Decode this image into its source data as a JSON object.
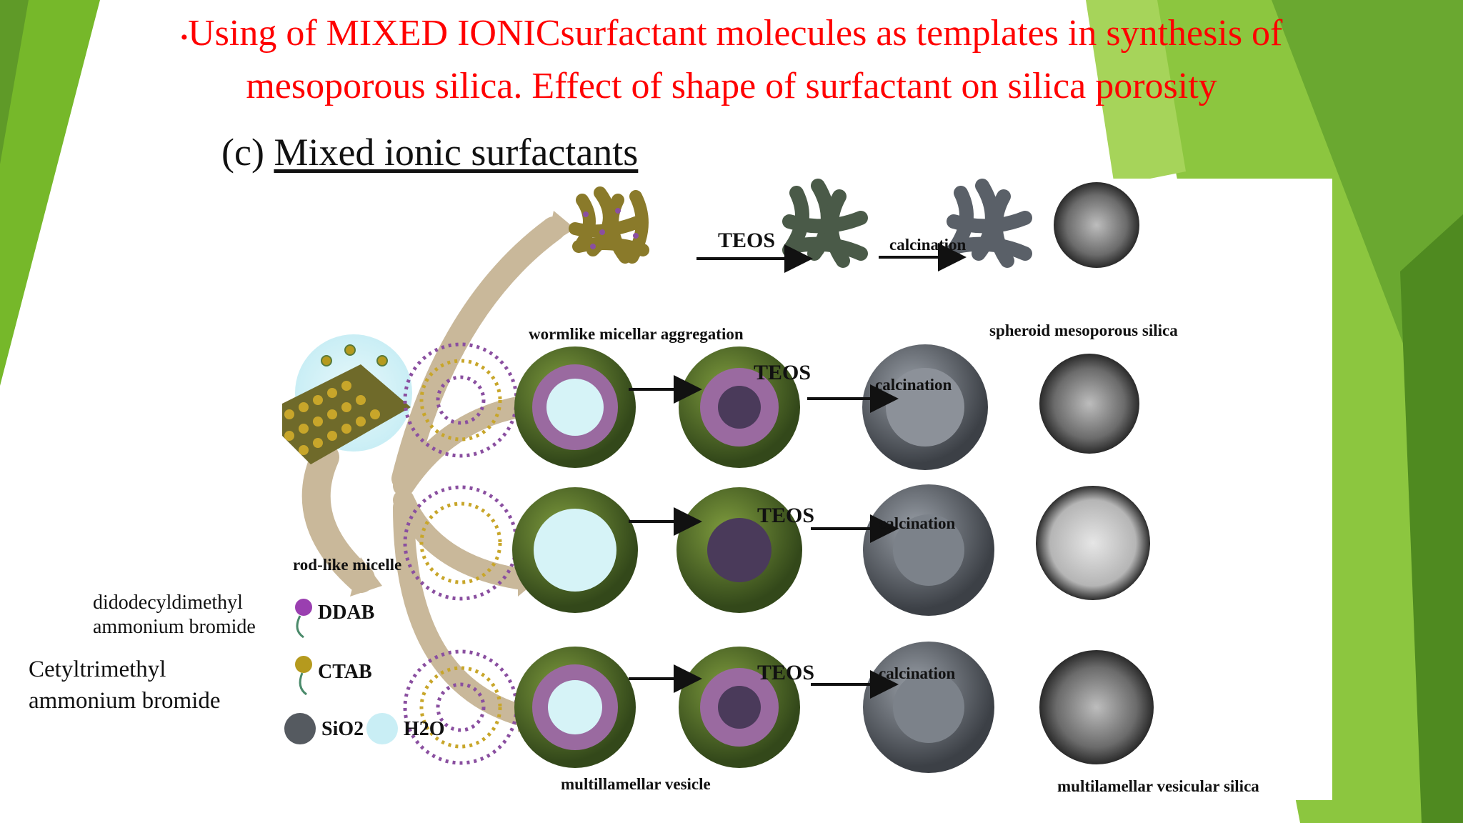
{
  "slide": {
    "bullet": "•",
    "title_line1": "Using of MIXED IONICsurfactant molecules as templates in synthesis of",
    "title_line2": "mesoporous silica. Effect of shape of surfactant on silica porosity",
    "subtitle_prefix": "(c)",
    "subtitle_underlined": "Mixed ionic surfactants",
    "side_note_line1": "Cetyltrimethyl",
    "side_note_line2": "ammonium bromide"
  },
  "figure": {
    "teos_label": "TEOS",
    "calcination_label": "calcination",
    "wormlike": "wormlike micellar aggregation",
    "spheroid": "spheroid mesoporous silica",
    "rodlike": "rod-like micelle",
    "multilamellar_vesicle": "multillamellar vesicle",
    "multilamellar_silica": "multilamellar vesicular silica",
    "ddab_full_1": "didodecyldimethyl",
    "ddab_full_2": "ammonium bromide",
    "ddab": "DDAB",
    "ctab": "CTAB",
    "sio2": "SiO2",
    "h2o": "H2O"
  },
  "colors": {
    "title_red": "#ff0000",
    "bg_green_light": "#8cc63f",
    "bg_green_dark": "#5f9a28",
    "shell_green": "#5b7a2a",
    "shell_purple": "#9a6aa0",
    "silica_gray": "#6d737c",
    "beige_arrow": "#c9b89a"
  }
}
